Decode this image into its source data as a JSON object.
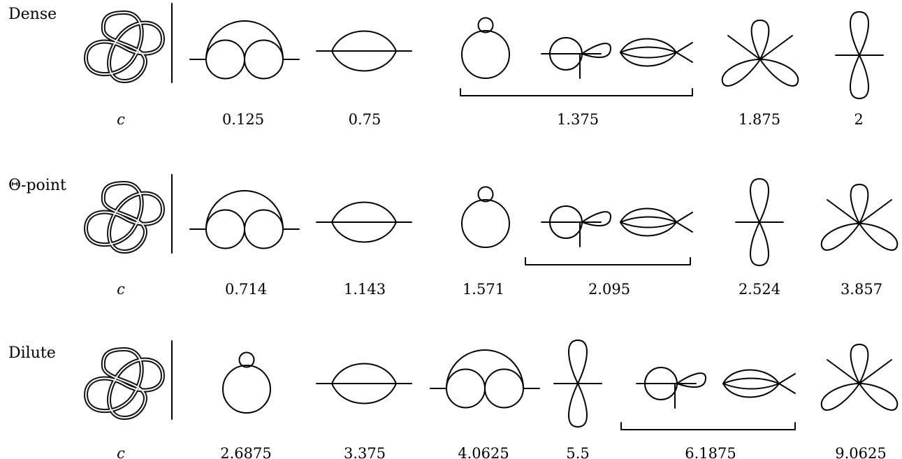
{
  "rows": [
    {
      "label": "Dense",
      "c_label": "c",
      "values": [
        "0.125",
        "0.75",
        "1.375",
        "1.875",
        "2"
      ]
    },
    {
      "label": "Θ-point",
      "c_label": "c",
      "values": [
        "0.714",
        "1.143",
        "1.571",
        "2.095",
        "2.524",
        "3.857"
      ]
    },
    {
      "label": "Dilute",
      "c_label": "c",
      "values": [
        "2.6875",
        "3.375",
        "4.0625",
        "5.5",
        "6.1875",
        "9.0625"
      ]
    }
  ]
}
